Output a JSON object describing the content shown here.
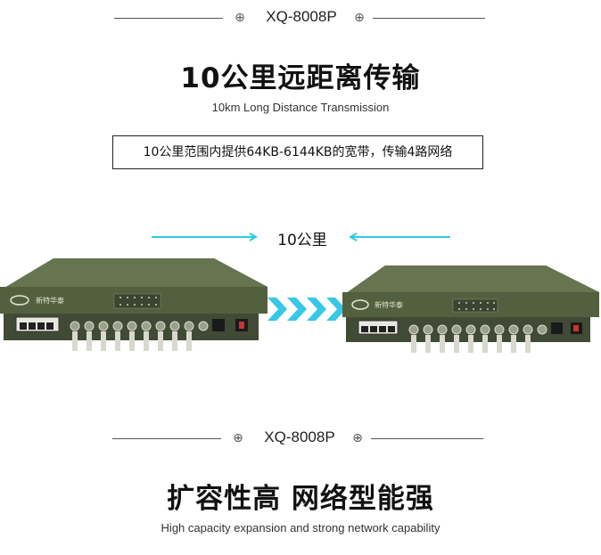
{
  "top_header": {
    "code": "XQ-8008P"
  },
  "section1": {
    "title": "10公里远距离传输",
    "subtitle": "10km Long Distance Transmission",
    "boxed_text": "10公里范围内提供64KB-6144KB的宽带，传输4路网络"
  },
  "distance": {
    "label": "10公里"
  },
  "device": {
    "brand": "新特华泰"
  },
  "bottom_header": {
    "code": "XQ-8008P"
  },
  "section2": {
    "title": "扩容性高 网络型能强",
    "subtitle": "High capacity expansion and strong network capability"
  },
  "colors": {
    "arrow": "#2fc9e0",
    "chevron": "#36c8e6",
    "device_body": "#5d6a4d",
    "device_front": "#4a5540"
  },
  "icons": [
    "globe-icon",
    "arrow-right-icon",
    "arrow-left-icon",
    "chevron-right-icon",
    "power-switch-icon"
  ]
}
